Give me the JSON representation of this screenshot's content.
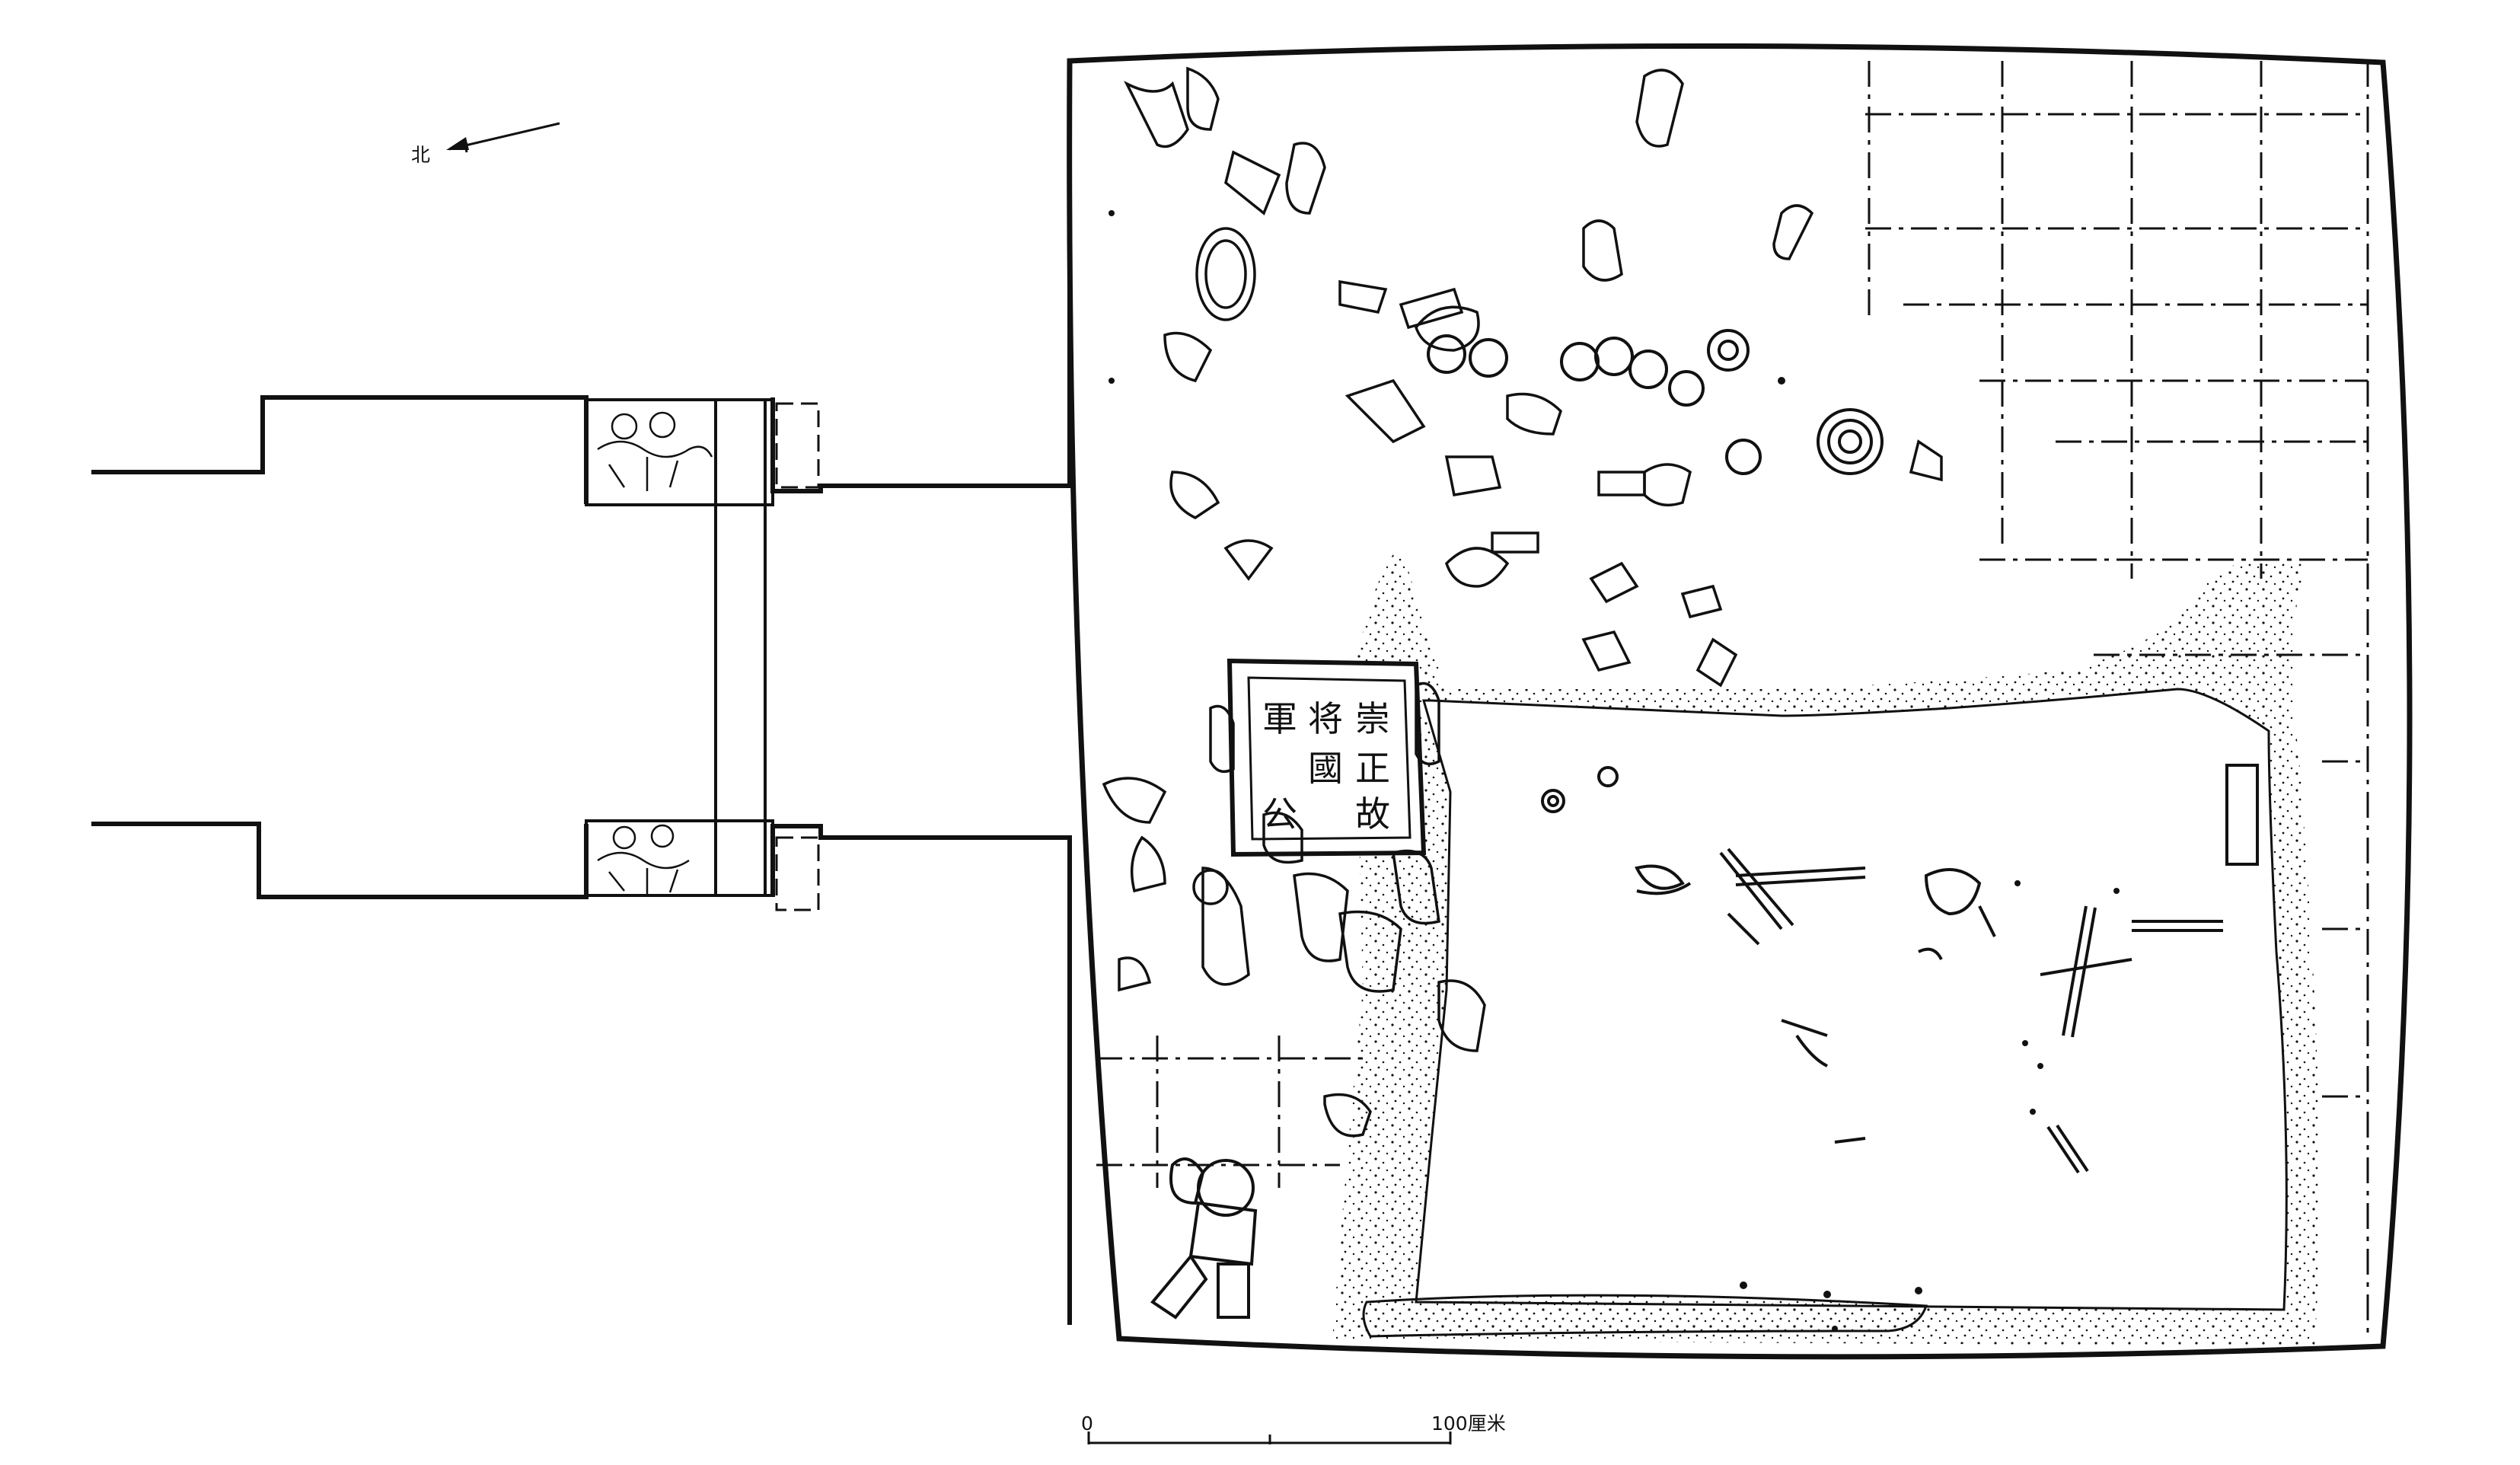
{
  "north_label": "北",
  "scale_bar": {
    "start_label": "0",
    "end_label": "100厘米"
  },
  "epitaph_characters": [
    "崇",
    "正",
    "故",
    "将",
    "國",
    "軍",
    "公"
  ],
  "colors": {
    "ink": "#111111",
    "paper": "#ffffff"
  }
}
